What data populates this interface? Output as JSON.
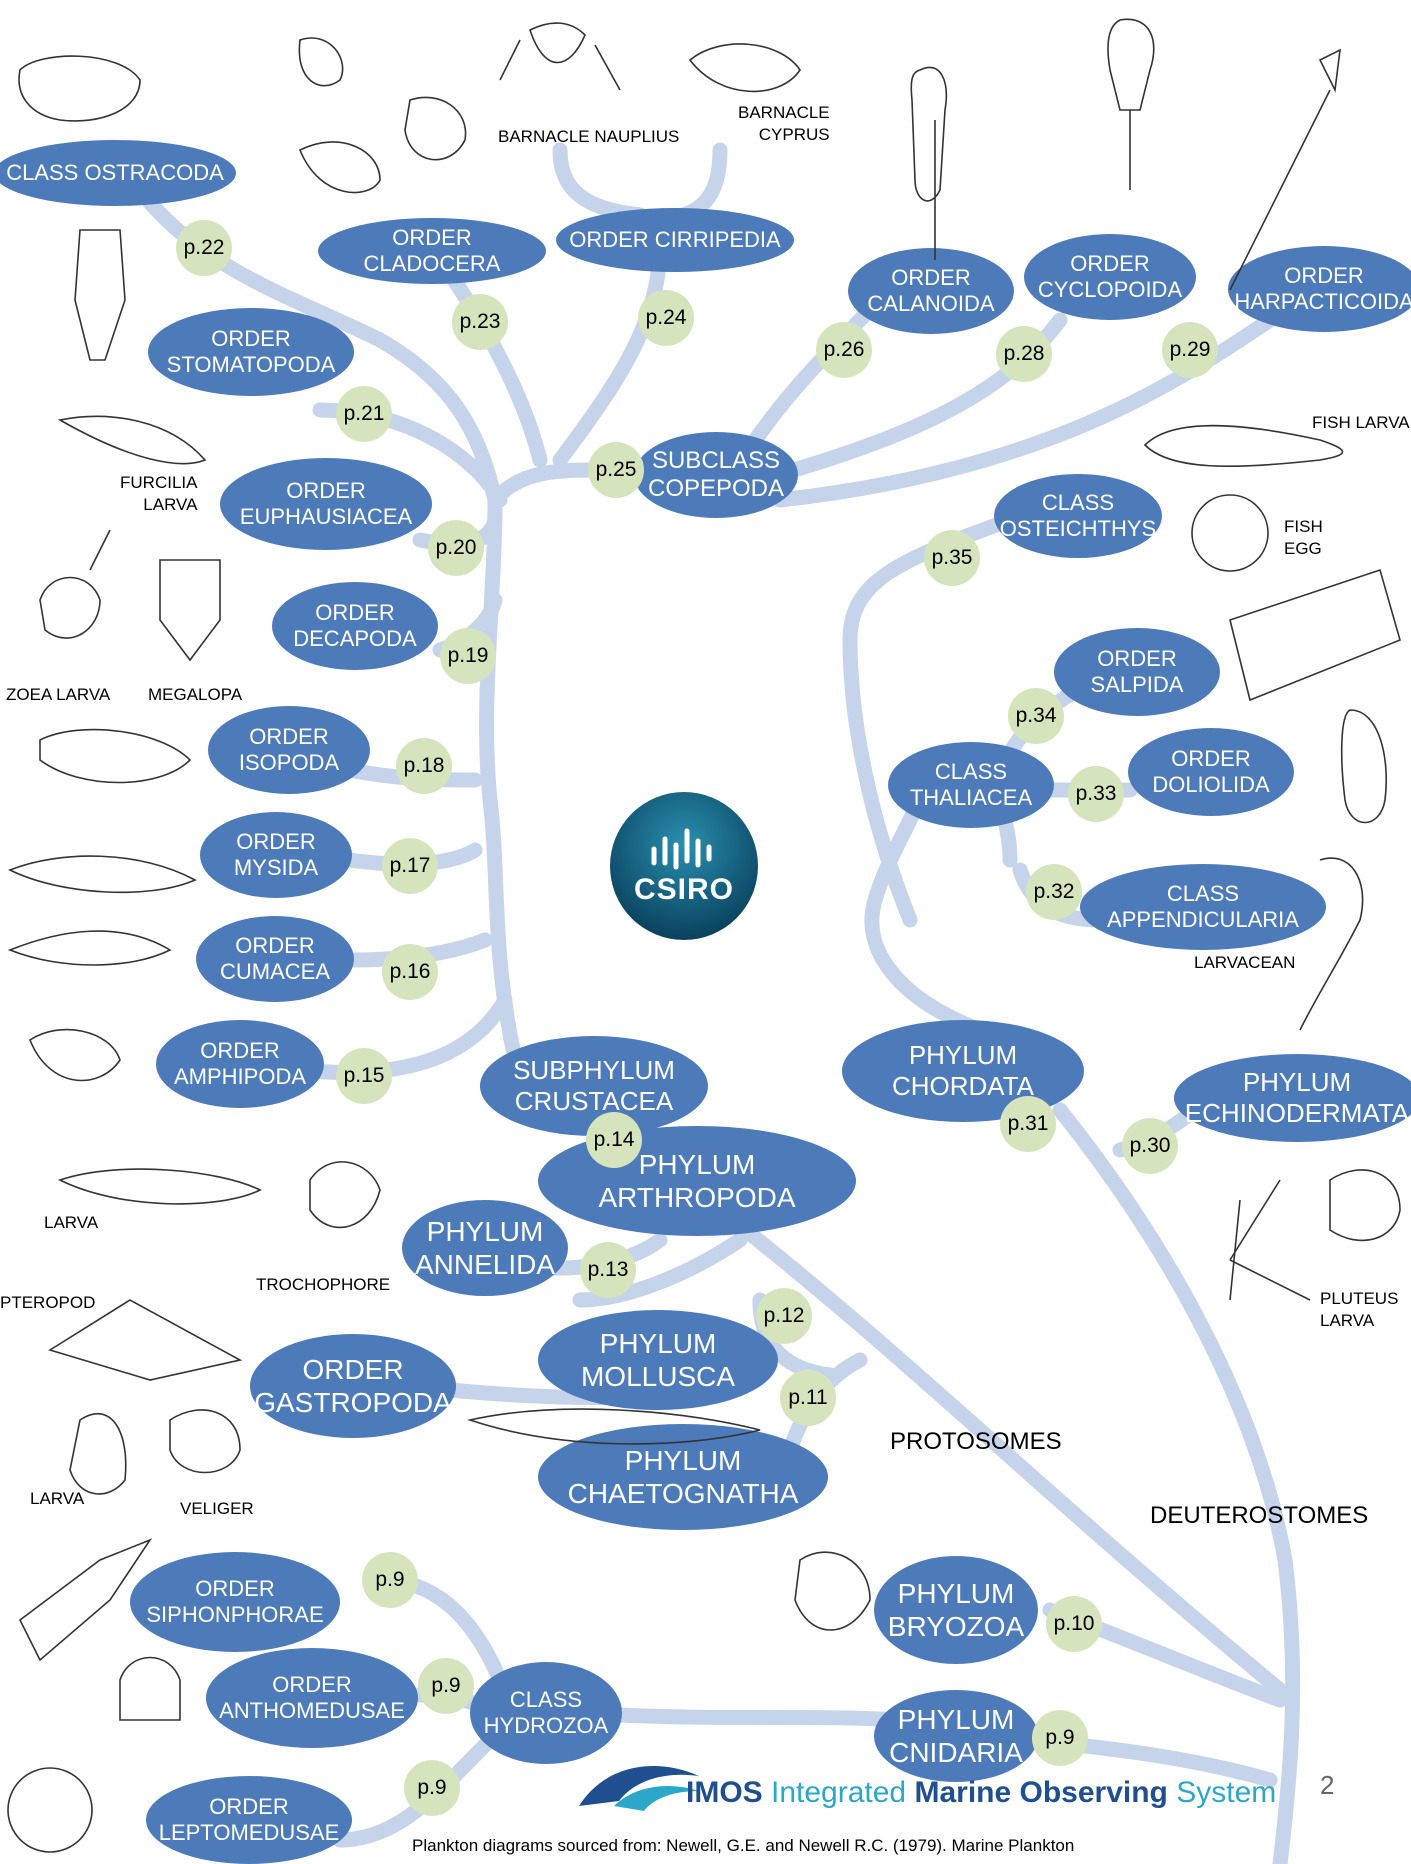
{
  "diagram": {
    "logo_text": "CSIRO",
    "page_number": "2",
    "imos": {
      "acronym": "IMOS",
      "name_a": "Integrated",
      "name_b": "Marine Observing",
      "name_c": "System"
    },
    "caption": "Plankton diagrams sourced from: Newell, G.E. and Newell R.C. (1979). Marine Plankton",
    "colors": {
      "node": "#4d7ab8",
      "page_marker": "#d6e4bd",
      "branch": "#c5d4ea",
      "imos_blue": "#1f4f8f",
      "imos_teal": "#2aa7c9"
    },
    "regions": {
      "protosomes": "PROTOSOMES",
      "deuterostomes": "DEUTEROSTOMES"
    },
    "nodes": {
      "ostracoda": "CLASS OSTRACODA",
      "cladocera": "ORDER CLADOCERA",
      "cirripedia": "ORDER CIRRIPEDIA",
      "calanoida": "ORDER\nCALANOIDA",
      "cyclopoida": "ORDER\nCYCLOPOIDA",
      "harpacticoida": "ORDER\nHARPACTICOIDA",
      "stomatopoda": "ORDER\nSTOMATOPODA",
      "copepoda": "SUBCLASS\nCOPEPODA",
      "euphausiacea": "ORDER\nEUPHAUSIACEA",
      "osteichthys": "CLASS\nOSTEICHTHYS",
      "decapoda": "ORDER\nDECAPODA",
      "salpida": "ORDER\nSALPIDA",
      "isopoda": "ORDER\nISOPODA",
      "thaliacea": "CLASS\nTHALIACEA",
      "doliolida": "ORDER\nDOLIOLIDA",
      "mysida": "ORDER\nMYSIDA",
      "appendicularia": "CLASS\nAPPENDICULARIA",
      "cumacea": "ORDER\nCUMACEA",
      "amphipoda": "ORDER\nAMPHIPODA",
      "crustacea": "SUBPHYLUM\nCRUSTACEA",
      "chordata": "PHYLUM\nCHORDATA",
      "echinodermata": "PHYLUM\nECHINODERMATA",
      "arthropoda": "PHYLUM\nARTHROPODA",
      "annelida": "PHYLUM\nANNELIDA",
      "mollusca": "PHYLUM\nMOLLUSCA",
      "gastropoda": "ORDER\nGASTROPODA",
      "chaetognatha": "PHYLUM\nCHAETOGNATHA",
      "siphonphorae": "ORDER\nSIPHONPHORAE",
      "bryozoa": "PHYLUM\nBRYOZOA",
      "anthomedusae": "ORDER\nANTHOMEDUSAE",
      "hydrozoa": "CLASS\nHYDROZOA",
      "cnidaria": "PHYLUM\nCNIDARIA",
      "leptomedusae": "ORDER\nLEPTOMEDUSAE"
    },
    "pages": {
      "p22": "p.22",
      "p23": "p.23",
      "p24": "p.24",
      "p26": "p.26",
      "p28": "p.28",
      "p29": "p.29",
      "p21": "p.21",
      "p25": "p.25",
      "p20": "p.20",
      "p35": "p.35",
      "p19": "p.19",
      "p34": "p.34",
      "p18": "p.18",
      "p33": "p.33",
      "p17": "p.17",
      "p32": "p.32",
      "p16": "p.16",
      "p15": "p.15",
      "p31": "p.31",
      "p30": "p.30",
      "p14": "p.14",
      "p13": "p.13",
      "p12": "p.12",
      "p11": "p.11",
      "p9a": "p.9",
      "p10": "p.10",
      "p9b": "p.9",
      "p9c": "p.9",
      "p9d": "p.9"
    },
    "organism_labels": {
      "barnacle_nauplius": "BARNACLE NAUPLIUS",
      "barnacle_cyprus": "BARNACLE\nCYPRUS",
      "fish_larva": "FISH LARVA",
      "furcilia_larva": "FURCILIA\nLARVA",
      "fish_egg": "FISH\nEGG",
      "zoea_larva": "ZOEA  LARVA",
      "megalopa": "MEGALOPA",
      "larvacean": "LARVACEAN",
      "polychaete_larva": "LARVA",
      "trochophore": "TROCHOPHORE",
      "pteropod": "PTEROPOD",
      "pluteus_larva": "PLUTEUS\nLARVA",
      "gastropod_larva": "LARVA",
      "veliger": "VELIGER"
    }
  }
}
